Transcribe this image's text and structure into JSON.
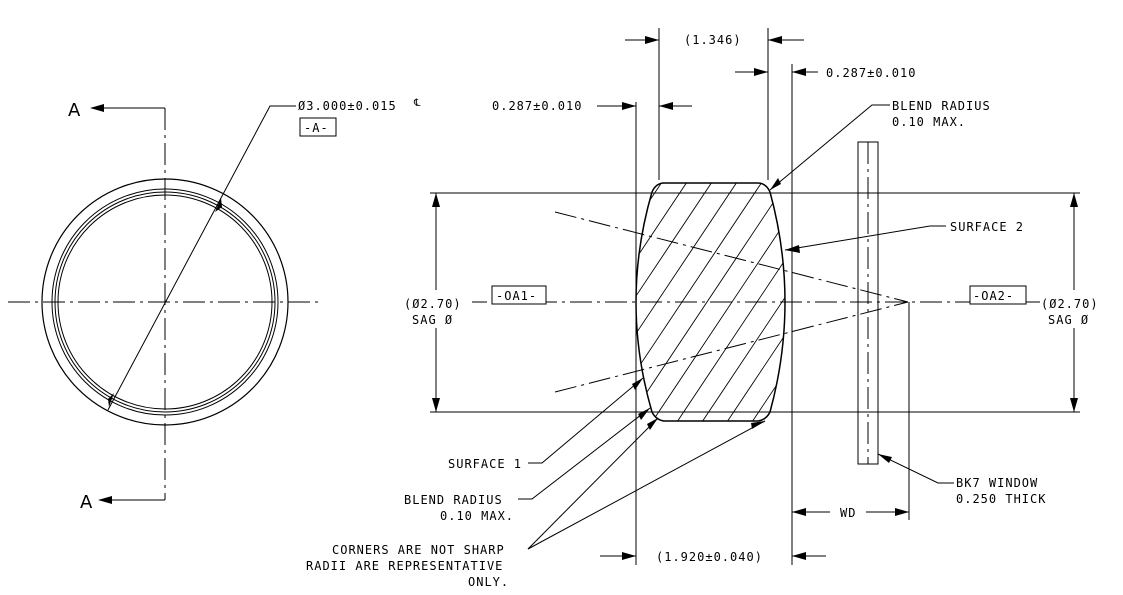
{
  "front_view": {
    "section_label_top": "A",
    "section_label_bottom": "A",
    "diameter_callout": "Ø3.000±0.015",
    "diameter_suffix": "℄",
    "datum_a": "-A-"
  },
  "section_view": {
    "dim_top": "(1.346)",
    "dim_left_thickness": "0.287±0.010",
    "dim_right_thickness": "0.287±0.010",
    "blend_radius_top": [
      "BLEND RADIUS",
      "0.10 MAX."
    ],
    "surface_2": "SURFACE 2",
    "sag_left": [
      "(Ø2.70)",
      "SAG Ø"
    ],
    "sag_right": [
      "(Ø2.70)",
      "SAG Ø"
    ],
    "datum_oa1": "-OA1-",
    "datum_oa2": "-OA2-",
    "surface_1": "SURFACE 1",
    "blend_radius_bottom": [
      "BLEND  RADIUS",
      "0.10 MAX."
    ],
    "corners_note": [
      "CORNERS ARE NOT SHARP",
      "RADII ARE REPRESENTATIVE",
      "ONLY."
    ],
    "bk7_window": [
      "BK7 WINDOW",
      "0.250 THICK"
    ],
    "working_distance": "WD",
    "dim_bottom": "(1.920±0.040)"
  }
}
